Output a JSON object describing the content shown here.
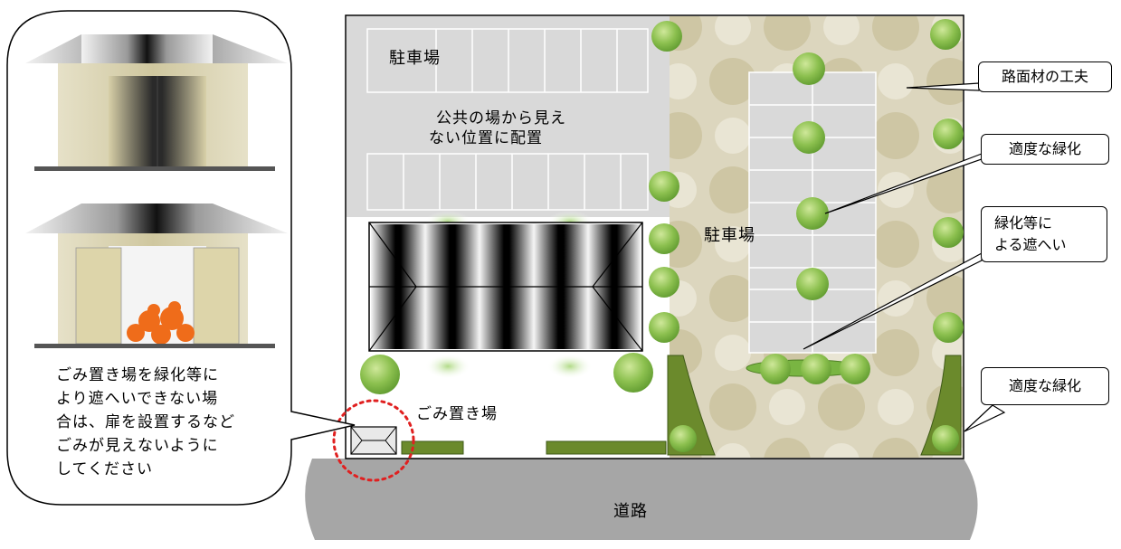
{
  "labels": {
    "parking_top": "駐車場",
    "hidden_position": [
      "公共の場から見え",
      "ない位置に配置"
    ],
    "parking_right": "駐車場",
    "garbage_area": "ごみ置き場",
    "road": "道路"
  },
  "callouts": {
    "paving": "路面材の工夫",
    "greening_upper": "適度な緑化",
    "screening": [
      "緑化等に",
      "よる遮へい"
    ],
    "greening_lower": "適度な緑化"
  },
  "inset_note": [
    "ごみ置き場を緑化等に",
    "より遮へいできない場",
    "合は、扉を設置するなど",
    "ごみが見えないように",
    "してください"
  ],
  "colors": {
    "shrub": "#79b542",
    "hedge": "#6b8a2c",
    "paving": "#d9d2b6",
    "lot": "#d9d9d9",
    "road": "#a6a6a6",
    "garbage_highlight": "#e02020",
    "garbage_items": "#ef6c1a"
  }
}
